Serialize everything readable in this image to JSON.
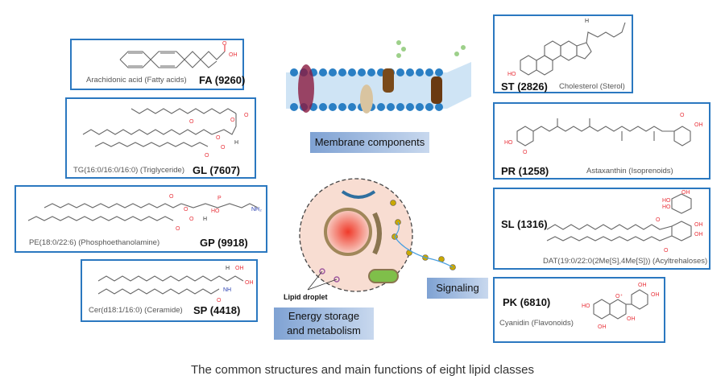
{
  "caption": "The common structures and main functions of eight lipid classes",
  "lipid_classes": [
    {
      "id": "FA",
      "code": "FA (9260)",
      "example": "Arachidonic acid (Fatty acids)"
    },
    {
      "id": "GL",
      "code": "GL (7607)",
      "example": "TG(16:0/16:0/16:0) (Triglyceride)"
    },
    {
      "id": "GP",
      "code": "GP (9918)",
      "example": "PE(18:0/22:6) (Phosphoethanolamine)"
    },
    {
      "id": "SP",
      "code": "SP (4418)",
      "example": "Cer(d18:1/16:0) (Ceramide)"
    },
    {
      "id": "ST",
      "code": "ST (2826)",
      "example": "Cholesterol (Sterol)"
    },
    {
      "id": "PR",
      "code": "PR (1258)",
      "example": "Astaxanthin (Isoprenoids)"
    },
    {
      "id": "SL",
      "code": "SL (1316)",
      "example": "DAT(19:0/22:0(2Me[S],4Me[S])) (Acyltrehaloses)"
    },
    {
      "id": "PK",
      "code": "PK (6810)",
      "example": "Cyanidin (Flavonoids)"
    }
  ],
  "functions": {
    "membrane": "Membrane components",
    "signaling": "Signaling",
    "energy_line1": "Energy storage",
    "energy_line2": "and metabolism",
    "lipid_droplet": "Lipid droplet"
  },
  "atoms": {
    "O": "O",
    "OH": "OH",
    "HO": "HO",
    "H": "H",
    "NH": "NH",
    "NH2": "NH₂",
    "P": "P",
    "Oplus": "O⁺"
  },
  "colors": {
    "border": "#2b78c0",
    "oxygen": "#e8323a",
    "nitrogen": "#2a3fb0",
    "label_bg": "#7fa2d3"
  }
}
